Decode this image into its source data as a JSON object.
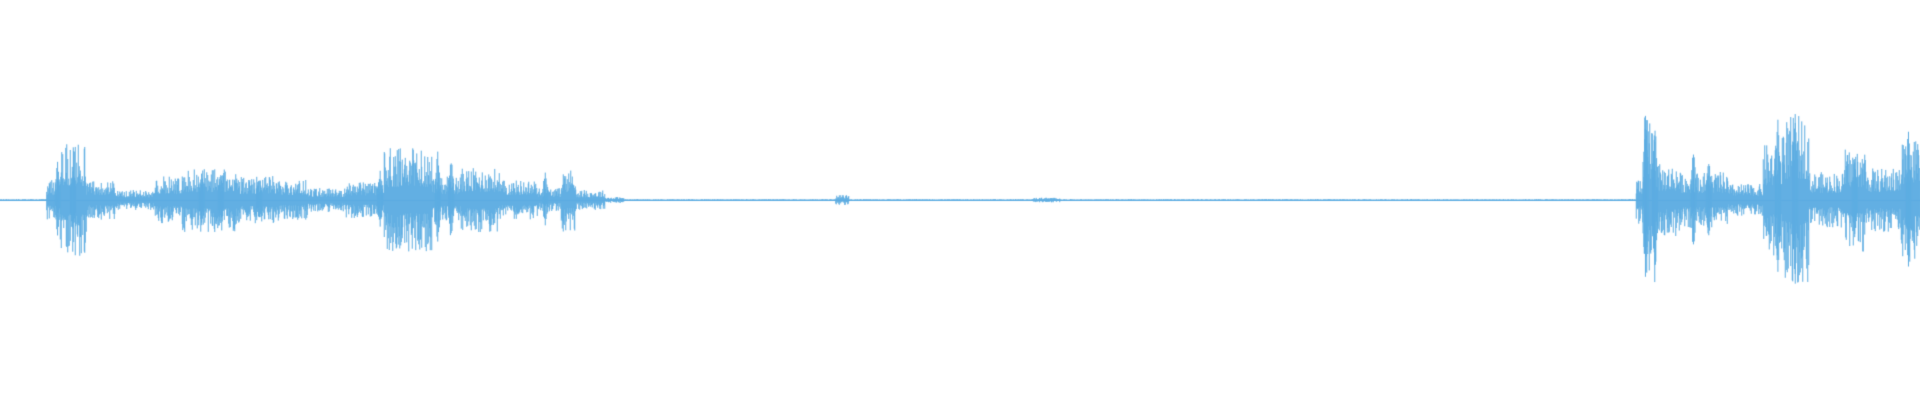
{
  "waveform": {
    "color": "#5dade2",
    "baseline_color": "#5dade2",
    "background": "#ffffff",
    "segments": [
      {
        "start": 0.0,
        "end": 0.024,
        "amp": 0.004
      },
      {
        "start": 0.024,
        "end": 0.031,
        "amp": 0.1
      },
      {
        "start": 0.031,
        "end": 0.045,
        "amp": 0.28
      },
      {
        "start": 0.045,
        "end": 0.06,
        "amp": 0.1
      },
      {
        "start": 0.06,
        "end": 0.08,
        "amp": 0.05
      },
      {
        "start": 0.08,
        "end": 0.095,
        "amp": 0.12
      },
      {
        "start": 0.095,
        "end": 0.125,
        "amp": 0.16
      },
      {
        "start": 0.125,
        "end": 0.145,
        "amp": 0.12
      },
      {
        "start": 0.145,
        "end": 0.16,
        "amp": 0.1
      },
      {
        "start": 0.16,
        "end": 0.18,
        "amp": 0.06
      },
      {
        "start": 0.18,
        "end": 0.2,
        "amp": 0.09
      },
      {
        "start": 0.2,
        "end": 0.225,
        "amp": 0.26
      },
      {
        "start": 0.225,
        "end": 0.24,
        "amp": 0.12
      },
      {
        "start": 0.24,
        "end": 0.26,
        "amp": 0.16
      },
      {
        "start": 0.26,
        "end": 0.28,
        "amp": 0.1
      },
      {
        "start": 0.28,
        "end": 0.292,
        "amp": 0.06
      },
      {
        "start": 0.292,
        "end": 0.3,
        "amp": 0.16
      },
      {
        "start": 0.3,
        "end": 0.315,
        "amp": 0.05
      },
      {
        "start": 0.315,
        "end": 0.325,
        "amp": 0.015
      },
      {
        "start": 0.325,
        "end": 0.435,
        "amp": 0.004
      },
      {
        "start": 0.435,
        "end": 0.442,
        "amp": 0.025
      },
      {
        "start": 0.442,
        "end": 0.538,
        "amp": 0.004
      },
      {
        "start": 0.538,
        "end": 0.552,
        "amp": 0.012
      },
      {
        "start": 0.552,
        "end": 0.852,
        "amp": 0.004
      },
      {
        "start": 0.852,
        "end": 0.856,
        "amp": 0.12
      },
      {
        "start": 0.856,
        "end": 0.862,
        "amp": 0.42
      },
      {
        "start": 0.862,
        "end": 0.875,
        "amp": 0.18
      },
      {
        "start": 0.875,
        "end": 0.9,
        "amp": 0.14
      },
      {
        "start": 0.9,
        "end": 0.918,
        "amp": 0.08
      },
      {
        "start": 0.918,
        "end": 0.928,
        "amp": 0.28
      },
      {
        "start": 0.928,
        "end": 0.942,
        "amp": 0.42
      },
      {
        "start": 0.942,
        "end": 0.96,
        "amp": 0.14
      },
      {
        "start": 0.96,
        "end": 0.972,
        "amp": 0.26
      },
      {
        "start": 0.972,
        "end": 0.99,
        "amp": 0.16
      },
      {
        "start": 0.99,
        "end": 1.0,
        "amp": 0.32
      }
    ],
    "spikes": [
      {
        "pos": 0.03,
        "amp": 0.2
      },
      {
        "pos": 0.038,
        "amp": 0.17
      },
      {
        "pos": 0.105,
        "amp": 0.14
      },
      {
        "pos": 0.115,
        "amp": 0.14
      },
      {
        "pos": 0.135,
        "amp": 0.12
      },
      {
        "pos": 0.198,
        "amp": 0.15
      },
      {
        "pos": 0.228,
        "amp": 0.25
      },
      {
        "pos": 0.235,
        "amp": 0.22
      },
      {
        "pos": 0.284,
        "amp": 0.15
      },
      {
        "pos": 0.857,
        "amp": 0.45
      },
      {
        "pos": 0.862,
        "amp": 0.4
      },
      {
        "pos": 0.882,
        "amp": 0.28
      },
      {
        "pos": 0.89,
        "amp": 0.22
      },
      {
        "pos": 0.926,
        "amp": 0.42
      },
      {
        "pos": 0.935,
        "amp": 0.46
      },
      {
        "pos": 0.966,
        "amp": 0.22
      },
      {
        "pos": 0.994,
        "amp": 0.38
      }
    ]
  }
}
